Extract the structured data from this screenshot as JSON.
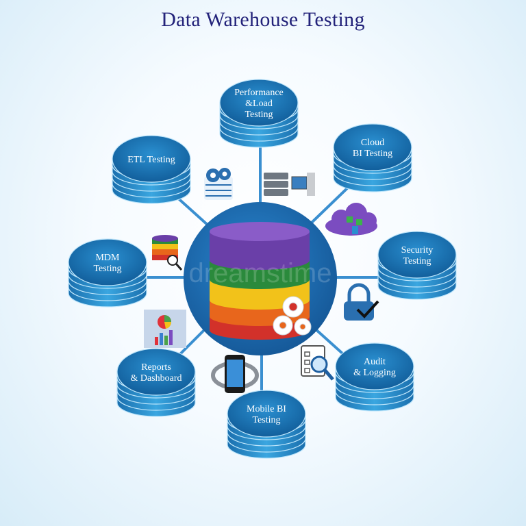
{
  "title": "Data Warehouse Testing",
  "watermark": "dreamstime",
  "colors": {
    "title": "#23237a",
    "connector": "#3a8fd0",
    "disk_top": "#1a76b6",
    "disk_side": "#2b94d1",
    "hub": "#1d6fb8",
    "layers": [
      "#6a3fa8",
      "#2a8a3c",
      "#f2c21a",
      "#e8661c",
      "#d2312a"
    ]
  },
  "nodes": [
    {
      "id": "performance",
      "lines": [
        "Performance",
        "&Load",
        "Testing"
      ]
    },
    {
      "id": "cloud",
      "lines": [
        "Cloud",
        "BI Testing"
      ]
    },
    {
      "id": "security",
      "lines": [
        "Security",
        "Testing"
      ]
    },
    {
      "id": "audit",
      "lines": [
        "Audit",
        "& Logging"
      ]
    },
    {
      "id": "mobile",
      "lines": [
        "Mobile BI",
        "Testing"
      ]
    },
    {
      "id": "reports",
      "lines": [
        "Reports",
        "& Dashboard"
      ]
    },
    {
      "id": "mdm",
      "lines": [
        "MDM",
        "Testing"
      ]
    },
    {
      "id": "etl",
      "lines": [
        "ETL Testing"
      ]
    }
  ],
  "icons": [
    "gears-server-icon",
    "server-monitor-icon",
    "cloud-network-icon",
    "padlock-check-icon",
    "checklist-search-icon",
    "smartphone-icon",
    "pie-bar-chart-icon",
    "database-search-icon",
    "gears-icon"
  ]
}
